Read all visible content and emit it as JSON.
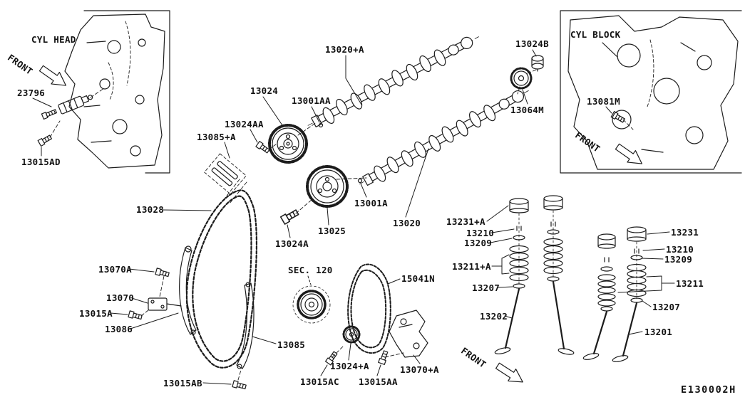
{
  "diagram": {
    "drawing_number": "E130002H",
    "region_labels": {
      "cyl_head": "CYL HEAD",
      "cyl_block": "CYL BLOCK",
      "front": "FRONT",
      "sec_120": "SEC. 120"
    },
    "part_labels": {
      "p23796": "23796",
      "p13015AD": "13015AD",
      "p13020_A": "13020+A",
      "p13024": "13024",
      "p13001AA": "13001AA",
      "p13024B": "13024B",
      "p13064M": "13064M",
      "p13081M": "13081M",
      "p13024AA": "13024AA",
      "p13085_A": "13085+A",
      "p13028": "13028",
      "p13024A": "13024A",
      "p13025": "13025",
      "p13001A": "13001A",
      "p13020": "13020",
      "p13231_A": "13231+A",
      "p13210_l": "13210",
      "p13209_l": "13209",
      "p13211_A": "13211+A",
      "p13207_l": "13207",
      "p13202": "13202",
      "p13231": "13231",
      "p13210_r": "13210",
      "p13209_r": "13209",
      "p13211": "13211",
      "p13207_r": "13207",
      "p13201": "13201",
      "p13070A": "13070A",
      "p13070": "13070",
      "p13015A": "13015A",
      "p13086": "13086",
      "p15041N": "15041N",
      "p13085": "13085",
      "p13015AB": "13015AB",
      "p13024_A": "13024+A",
      "p13015AC": "13015AC",
      "p13015AA": "13015AA",
      "p13070_A": "13070+A"
    }
  }
}
